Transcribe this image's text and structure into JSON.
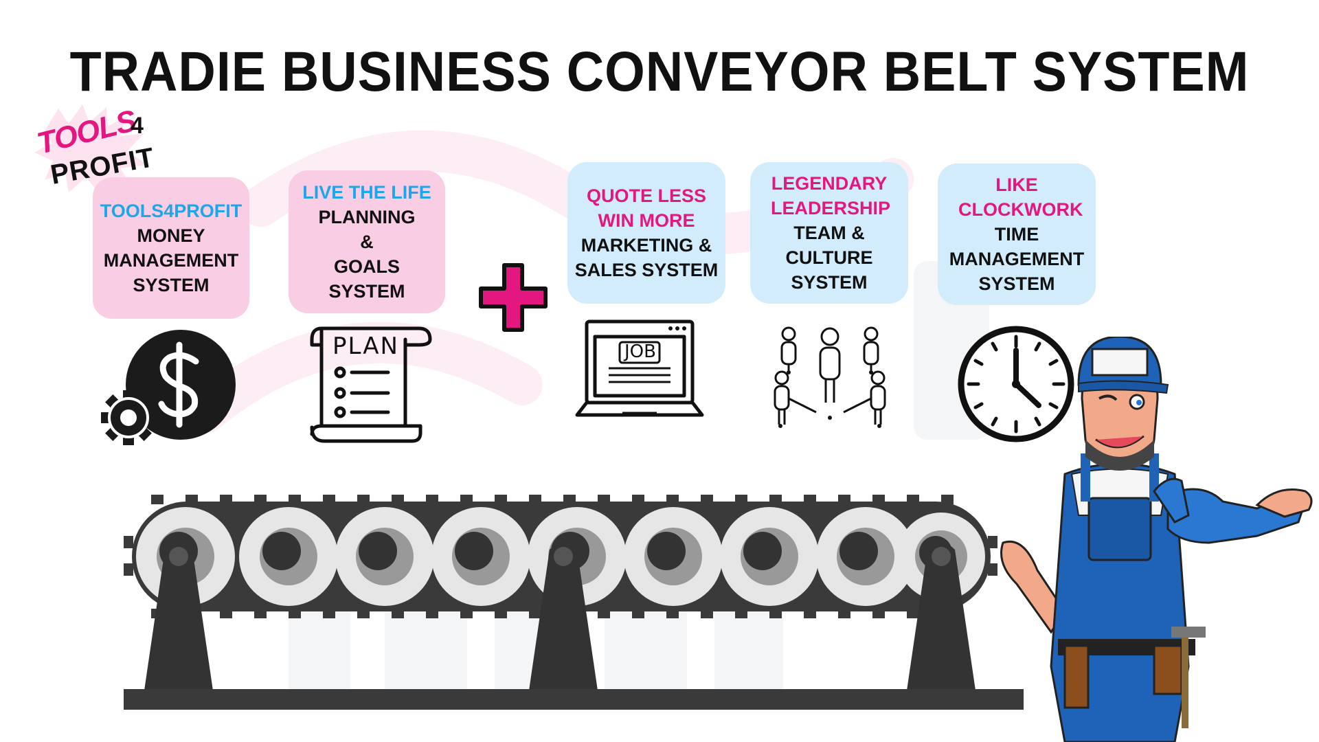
{
  "title": "TRADIE BUSINESS CONVEYOR BELT SYSTEM",
  "logo": {
    "line1": "TOOLS",
    "line2": "PROFIT",
    "mark": "4"
  },
  "colors": {
    "pink_accent": "#e4167f",
    "blue_accent": "#1ea7e8",
    "pink_card": "#f9cde3",
    "blue_card": "#d3ecfb",
    "dark": "#111111",
    "belt_grey": "#3a3a3a",
    "roller_light": "#e6e6e6",
    "worker_blue": "#1e63b8"
  },
  "plus_icon": "plus-icon",
  "systems": [
    {
      "heading": "TOOLS4PROFIT",
      "heading_color": "#1ea7e8",
      "body": [
        "MONEY",
        "MANAGEMENT",
        "SYSTEM"
      ],
      "card": "pink",
      "icon": "dollar-gear-icon"
    },
    {
      "heading": "LIVE THE LIFE",
      "heading_color": "#1ea7e8",
      "body": [
        "PLANNING",
        "&",
        "GOALS SYSTEM"
      ],
      "card": "pink",
      "icon": "plan-scroll-icon",
      "icon_text": "PLAN"
    },
    {
      "heading": "QUOTE LESS WIN MORE",
      "heading_color": "#e4167f",
      "body": [
        "MARKETING &",
        "SALES SYSTEM"
      ],
      "card": "blue",
      "icon": "job-laptop-icon",
      "icon_text": "JOB"
    },
    {
      "heading": "LEGENDARY LEADERSHIP",
      "heading_color": "#e4167f",
      "body": [
        "TEAM & CULTURE",
        "SYSTEM"
      ],
      "card": "blue",
      "icon": "team-network-icon"
    },
    {
      "heading": "LIKE CLOCKWORK",
      "heading_color": "#e4167f",
      "body": [
        "TIME",
        "MANAGEMENT",
        "SYSTEM"
      ],
      "card": "blue",
      "icon": "clock-icon"
    }
  ]
}
